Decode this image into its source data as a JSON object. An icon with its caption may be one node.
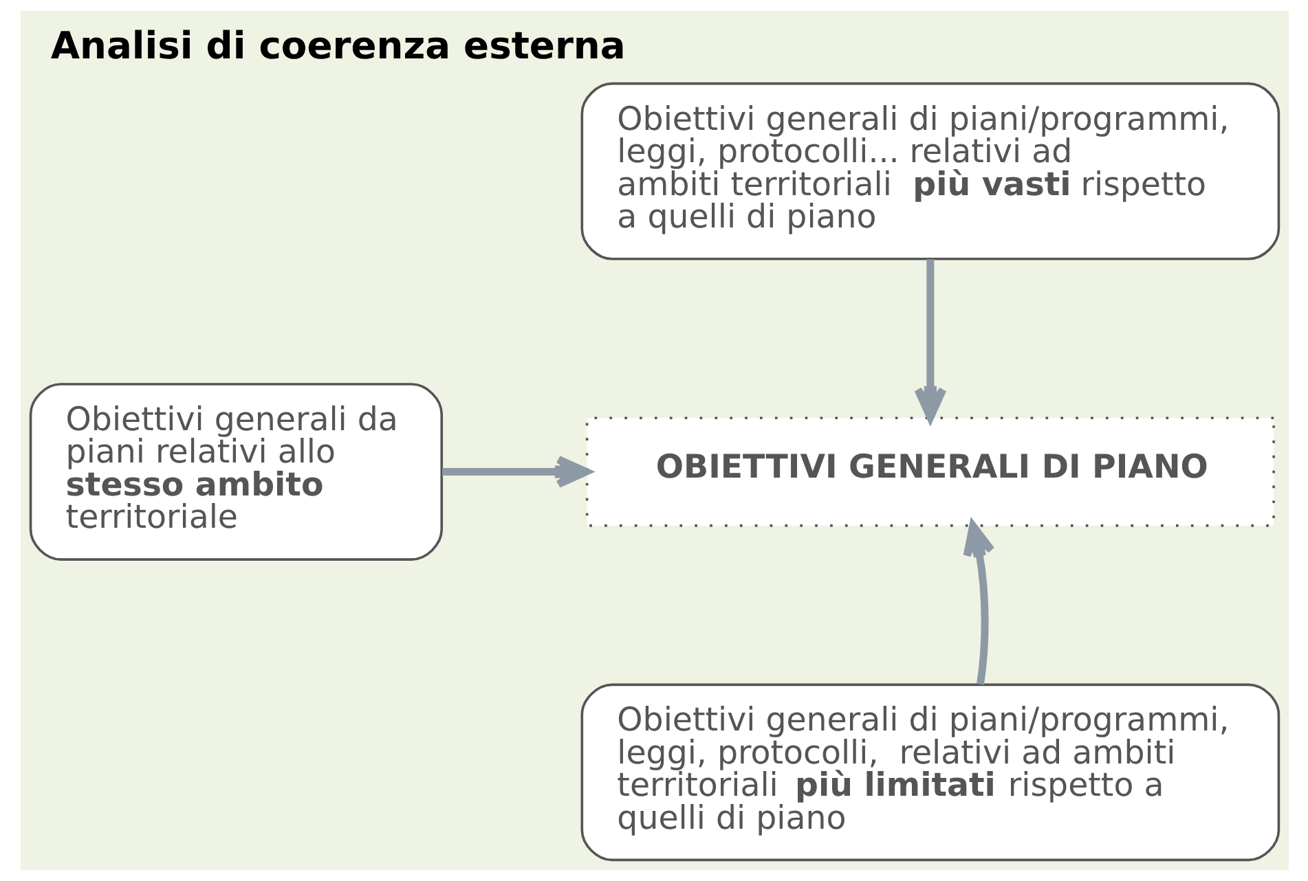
{
  "diagram": {
    "title": "Analisi di coerenza esterna",
    "nodes": [
      {
        "text": [
          "Obiettivi generali di piani/programmi, leggi, protocolli... relativi ad ambiti territoriali **più vasti** rispetto a quelli di piano"
        ]
      },
      {
        "text": [
          "Obiettivi generali da piani relativi allo **stesso ambito** territoriale"
        ]
      },
      {
        "text": [
          "OBIETTIVI GENERALI DI PIANO"
        ]
      },
      {
        "text": [
          "Obiettivi generali di piani/programmi, leggi, protocolli,  relativi ad ambiti territoriali **più limitati** rispetto a quelli di piano"
        ]
      }
    ],
    "edges": [
      {
        "from": 0,
        "to": 2,
        "arrow": "to"
      },
      {
        "from": 1,
        "to": 2,
        "arrow": "to"
      },
      {
        "from": 3,
        "to": 2,
        "arrow": "to"
      }
    ]
  }
}
